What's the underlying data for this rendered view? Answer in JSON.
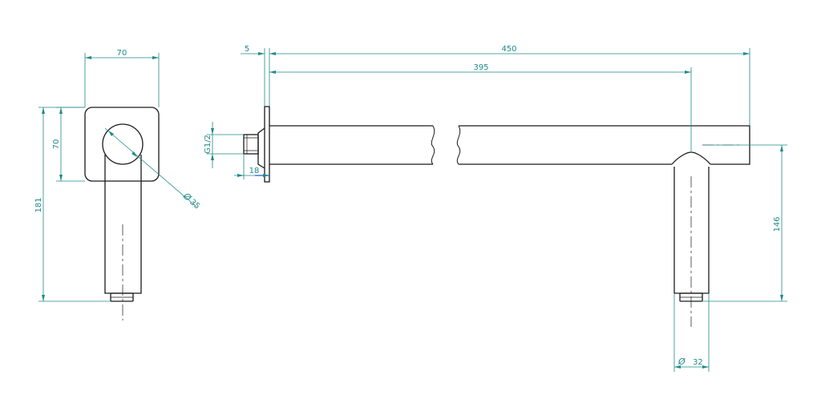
{
  "colors": {
    "outline": "#1a1a1a",
    "dimension": "#1f8a86",
    "centerline": "#333333",
    "highlight": "#2255dd"
  },
  "dimensions": {
    "front_width": "70",
    "front_plate_height": "70",
    "front_total_height": "181",
    "front_diameter": "35",
    "plate_thickness": "5",
    "total_length": "450",
    "center_length": "395",
    "thread": "G1/2",
    "thread_length": "18",
    "drop_height": "146",
    "drop_diameter": "32"
  },
  "symbols": {
    "diameter": "Ø"
  }
}
